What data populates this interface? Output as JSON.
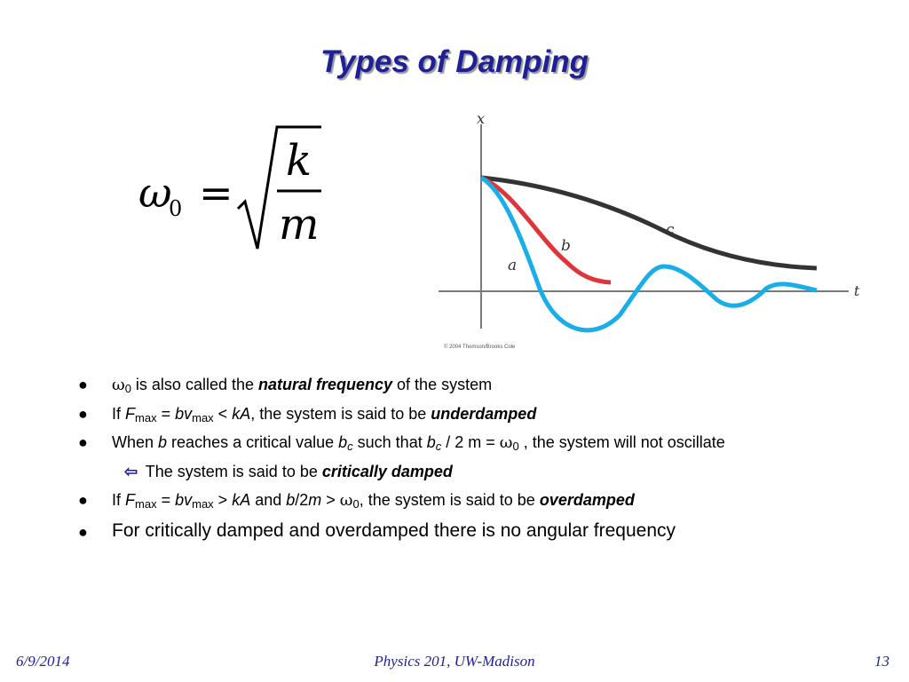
{
  "slide": {
    "title": "Types of Damping",
    "formula": {
      "lhs_symbol": "ω",
      "lhs_subscript": "0",
      "equals": "=",
      "numerator": "k",
      "denominator": "m"
    },
    "graph": {
      "x_label": "x",
      "t_label": "t",
      "curve_a_label": "a",
      "curve_b_label": "b",
      "curve_c_label": "c",
      "copyright": "© 2004 Thomson/Brooks Cole",
      "colors": {
        "a": "#19aee8",
        "b": "#e0333a",
        "c": "#333333"
      }
    },
    "bullets": {
      "b1": {
        "omega": "ω",
        "sub0": "0",
        "text1": " is also called the ",
        "emph": "natural frequency",
        "text2": "  of the system"
      },
      "b2": {
        "if": "If ",
        "F": "F",
        "max1": "max",
        "eq": " = ",
        "bv": "bv",
        "max2": "max",
        "lt": " < ",
        "kA": "kA",
        "rest": ", the system is said to be ",
        "emph": "underdamped"
      },
      "b3": {
        "when": "When ",
        "b": "b",
        "t1": " reaches a critical value ",
        "b2": "b",
        "c1": "c",
        "t2": " such that ",
        "b3": "b",
        "c2": "c",
        "t3": " / 2 m = ",
        "omega": "ω",
        "sub0": "0",
        "t4": " , the system will not oscillate"
      },
      "sub": {
        "arrow": "⇦",
        "text": " The system is said to be ",
        "emph": "critically damped"
      },
      "b4": {
        "if": "If ",
        "F": "F",
        "max1": "max",
        "eq": " = ",
        "bv": "bv",
        "max2": "max",
        "gt": " > ",
        "kA": "kA",
        "and": " and ",
        "b": "b",
        "slash": "/2",
        "m": "m",
        "gt2": " > ",
        "omega": "ω",
        "sub0": "0",
        "rest": ", the system is said to be ",
        "emph": "overdamped"
      },
      "b5": {
        "text": "For critically damped and overdamped there is no angular frequency"
      },
      "dot": "●"
    },
    "footer": {
      "date": "6/9/2014",
      "course": "Physics 201, UW-Madison",
      "page": "13"
    },
    "accent_color": "#1f1f96"
  }
}
